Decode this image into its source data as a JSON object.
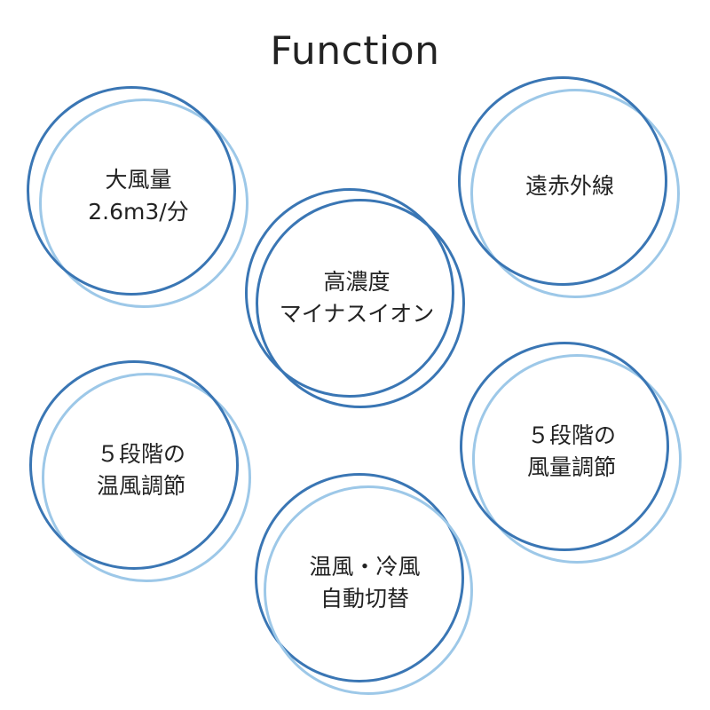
{
  "title": "Function",
  "colors": {
    "ring_dark": "#3a76b4",
    "ring_light": "#9dc8e8",
    "text": "#222222"
  },
  "features": [
    {
      "line1": "大風量",
      "line2": "2.6m3/分"
    },
    {
      "line1": "遠赤外線",
      "line2": ""
    },
    {
      "line1": "高濃度",
      "line2": "マイナスイオン"
    },
    {
      "line1": "５段階の",
      "line2": "温風調節"
    },
    {
      "line1": "５段階の",
      "line2": "風量調節"
    },
    {
      "line1": "温風・冷風",
      "line2": "自動切替"
    }
  ]
}
